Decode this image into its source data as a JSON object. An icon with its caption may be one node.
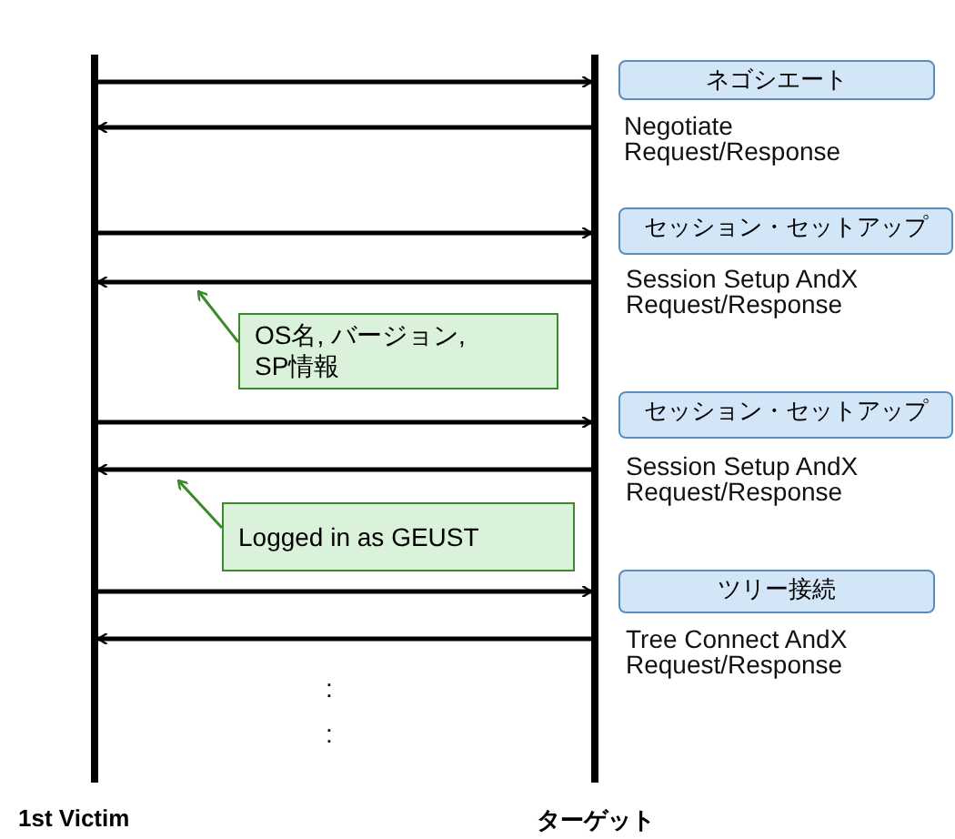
{
  "diagram": {
    "nodes": [
      {
        "text": [],
        "shape": "bar",
        "beside": [
          "1st Victim"
        ]
      },
      {
        "text": [],
        "shape": "bar",
        "beside": [
          "ターゲット"
        ]
      },
      {
        "text": [
          "ネゴシエート"
        ],
        "beside": [
          "Negotiate Request/Response"
        ]
      },
      {
        "text": [
          "セッション・セットアップ"
        ],
        "beside": [
          "Session Setup AndX Request/Response"
        ]
      },
      {
        "text": [
          "セッション・セットアップ"
        ],
        "beside": [
          "Session Setup AndX Request/Response"
        ]
      },
      {
        "text": [
          "ツリー接続"
        ],
        "beside": [
          "Tree Connect AndX Request/Response"
        ]
      },
      {
        "text": [
          "OS名, バージョン, SP情報"
        ]
      },
      {
        "text": [
          "Logged in as GEUST"
        ]
      }
    ],
    "edges": [
      {
        "from": 0,
        "to": 1,
        "arrow": "to"
      },
      {
        "from": 1,
        "to": 0,
        "arrow": "to"
      },
      {
        "from": 0,
        "to": 1,
        "arrow": "to"
      },
      {
        "from": 1,
        "to": 0,
        "arrow": "to"
      },
      {
        "from": 6,
        "to": null,
        "arrow": "to",
        "color": "#3a8a2a"
      },
      {
        "from": 0,
        "to": 1,
        "arrow": "to"
      },
      {
        "from": 1,
        "to": 0,
        "arrow": "to"
      },
      {
        "from": 7,
        "to": null,
        "arrow": "to",
        "color": "#3a8a2a"
      },
      {
        "from": 0,
        "to": 1,
        "arrow": "to"
      },
      {
        "from": 1,
        "to": 0,
        "arrow": "to"
      }
    ],
    "labels": [
      ":",
      ":"
    ]
  }
}
